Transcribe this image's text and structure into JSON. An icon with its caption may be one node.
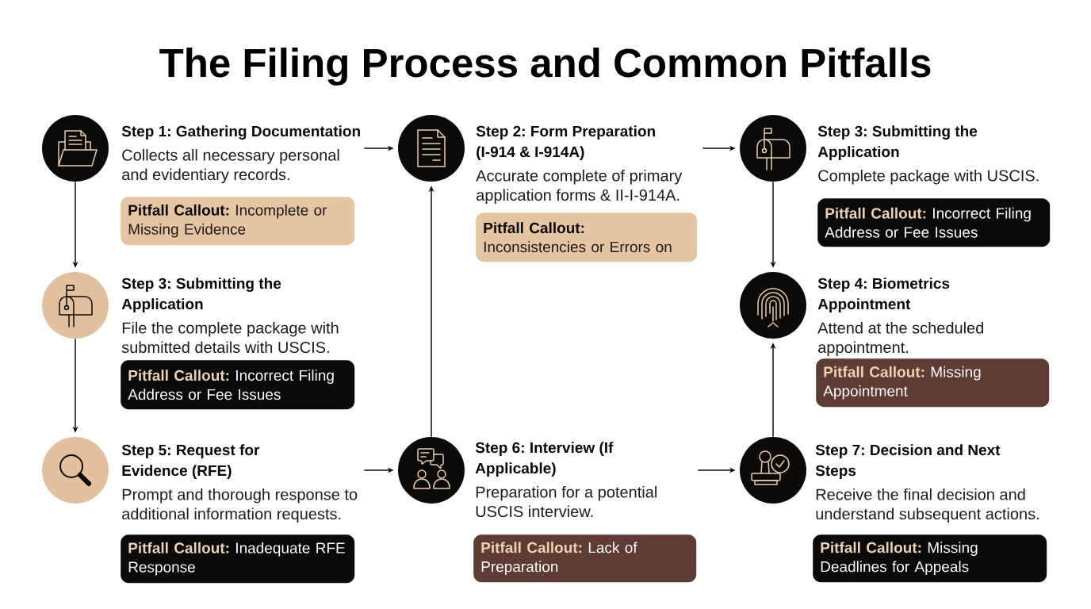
{
  "diagram": {
    "title": "The Filing Process and Common Pitfalls",
    "nodes": [
      {
        "text": [],
        "shape": "circle"
      },
      {
        "text": [
          "Step 1: Gathering Documentation",
          "Collects all necessary personal and evidentiary records."
        ]
      },
      {
        "text": [
          "Pitfall Callout:",
          "Incomplete or Missing Evidence"
        ]
      },
      {
        "text": [],
        "shape": "circle"
      },
      {
        "text": [
          "Step 2: Form Preparation (I-914 & I-914A)",
          "Accurate complete of primary application forms & II-I-914A."
        ]
      },
      {
        "text": [
          "Pitfall Callout:",
          "Inconsistencies or Errors on"
        ]
      },
      {
        "text": [],
        "shape": "circle"
      },
      {
        "text": [
          "Step 3: Submitting the Application",
          "Complete package with USCIS."
        ]
      },
      {
        "text": [
          "Pitfall Callout:",
          "Incorrect Filing Address or Fee Issues"
        ]
      },
      {
        "text": [],
        "shape": "circle"
      },
      {
        "text": [
          "Step 3: Submitting the Application",
          "File the complete package with submitted details with USCIS."
        ]
      },
      {
        "text": [
          "Pitfall Callout:",
          "Incorrect Filing Address or Fee Issues"
        ]
      },
      {
        "text": [],
        "shape": "circle"
      },
      {
        "text": [
          "Step 4: Biometrics Appointment",
          "Attend at the scheduled appointment."
        ]
      },
      {
        "text": [
          "Pitfall Callout:",
          "Missing Appointment"
        ]
      },
      {
        "text": [],
        "shape": "circle"
      },
      {
        "text": [
          "Step 5: Request for Evidence (RFE)",
          "Prompt and thorough response to additional information requests."
        ]
      },
      {
        "text": [
          "Pitfall Callout:",
          "Inadequate RFE Response"
        ]
      },
      {
        "text": [],
        "shape": "circle"
      },
      {
        "text": [
          "Step 6: Interview (If Applicable)",
          "Preparation for a potential USCIS interview."
        ]
      },
      {
        "text": [
          "Pitfall Callout:",
          "Lack of Preparation"
        ]
      },
      {
        "text": [],
        "shape": "circle"
      },
      {
        "text": [
          "Step 7: Decision and Next Steps",
          "Receive the final decision and understand subsequent actions."
        ]
      },
      {
        "text": [
          "Pitfall Callout:",
          "Missing Deadlines for Appeals"
        ]
      }
    ],
    "edges": [
      {
        "from": 1,
        "to": 3,
        "arrow": "to"
      },
      {
        "from": 0,
        "to": 9,
        "arrow": "to"
      },
      {
        "from": 9,
        "to": 15,
        "arrow": "to"
      },
      {
        "from": 16,
        "to": 18,
        "arrow": "to"
      },
      {
        "from": 18,
        "to": 3,
        "arrow": "to"
      },
      {
        "from": 4,
        "to": 6,
        "arrow": "to"
      },
      {
        "from": 6,
        "to": 12,
        "arrow": "to"
      },
      {
        "from": 19,
        "to": 21,
        "arrow": "to"
      },
      {
        "from": 21,
        "to": 12,
        "arrow": "to"
      }
    ]
  }
}
